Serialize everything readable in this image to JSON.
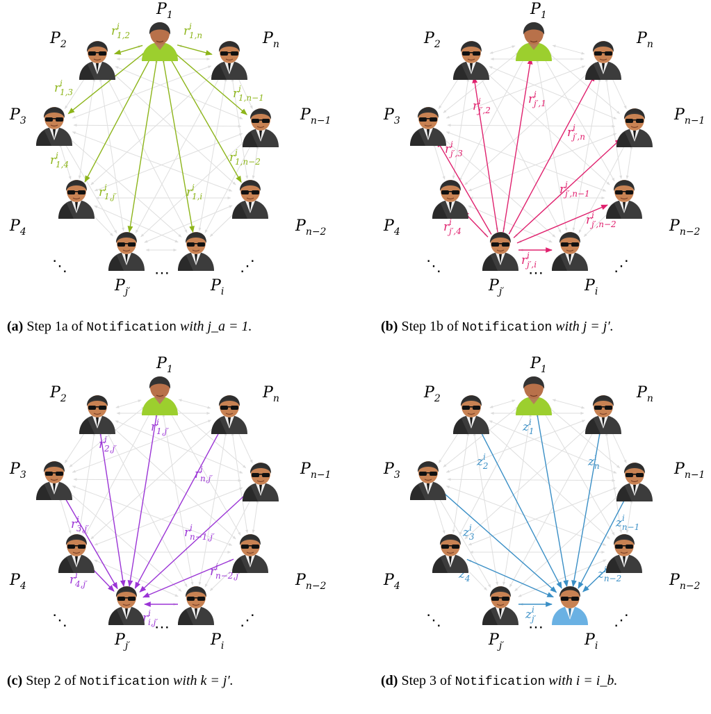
{
  "colors": {
    "bg_edges": "#dedede",
    "panel_a": "#8db51a",
    "panel_b": "#e0216e",
    "panel_c": "#9b34d6",
    "panel_d": "#3a8fc6",
    "agent_suit": "#3a3a3a",
    "agent_skin": "#c47a52",
    "highlight_green": "#9ccf2e",
    "highlight_blue": "#6ab1e3"
  },
  "node_labels": {
    "p1": "P",
    "p1_sub": "1",
    "p2": "P",
    "p2_sub": "2",
    "p3": "P",
    "p3_sub": "3",
    "p4": "P",
    "p4_sub": "4",
    "pn": "P",
    "pn_sub": "n",
    "pn1": "P",
    "pn1_sub": "n−1",
    "pn2": "P",
    "pn2_sub": "n−2",
    "pj": "P",
    "pj_sub": "j′",
    "pi": "P",
    "pi_sub": "i",
    "dots_h": "⋯",
    "dots_l": "⋱",
    "dots_r": "⋰"
  },
  "panels": [
    {
      "id": "a",
      "caption_prefix": "(a)",
      "caption_text": "Step 1a of",
      "caption_mono": "Notification",
      "caption_suffix": "with j_a = 1.",
      "arrow_labels": [
        {
          "base": "r",
          "sup": "i",
          "sub": "1,2"
        },
        {
          "base": "r",
          "sup": "i",
          "sub": "1,n"
        },
        {
          "base": "r",
          "sup": "i",
          "sub": "1,3"
        },
        {
          "base": "r",
          "sup": "i",
          "sub": "1,n−1"
        },
        {
          "base": "r",
          "sup": "i",
          "sub": "1,4"
        },
        {
          "base": "r",
          "sup": "i",
          "sub": "1,n−2"
        },
        {
          "base": "r",
          "sup": "i",
          "sub": "1,j′"
        },
        {
          "base": "r",
          "sup": "i",
          "sub": "1,i"
        }
      ]
    },
    {
      "id": "b",
      "caption_prefix": "(b)",
      "caption_text": "Step 1b of",
      "caption_mono": "Notification",
      "caption_suffix": "with j = j′.",
      "arrow_labels": [
        {
          "base": "r",
          "sup": "i",
          "sub": "j′,1"
        },
        {
          "base": "r",
          "sup": "i",
          "sub": "j′,2"
        },
        {
          "base": "r",
          "sup": "i",
          "sub": "j′,n"
        },
        {
          "base": "r",
          "sup": "i",
          "sub": "j′,3"
        },
        {
          "base": "r",
          "sup": "i",
          "sub": "j′,n−1"
        },
        {
          "base": "r",
          "sup": "i",
          "sub": "j′,4"
        },
        {
          "base": "r",
          "sup": "i",
          "sub": "j′,n−2"
        },
        {
          "base": "r",
          "sup": "i",
          "sub": "j′,i"
        }
      ]
    },
    {
      "id": "c",
      "caption_prefix": "(c)",
      "caption_text": "Step 2 of",
      "caption_mono": "Notification",
      "caption_suffix": "with k = j′.",
      "arrow_labels": [
        {
          "base": "r",
          "sup": "i",
          "sub": "1,j′"
        },
        {
          "base": "r",
          "sup": "i",
          "sub": "2,j′"
        },
        {
          "base": "r",
          "sup": "i",
          "sub": "n,j′"
        },
        {
          "base": "r",
          "sup": "i",
          "sub": "3,j′"
        },
        {
          "base": "r",
          "sup": "i",
          "sub": "n−1,j′"
        },
        {
          "base": "r",
          "sup": "i",
          "sub": "4,j′"
        },
        {
          "base": "r",
          "sup": "i",
          "sub": "n−2,j′"
        },
        {
          "base": "r",
          "sup": "i",
          "sub": "i,j′"
        }
      ]
    },
    {
      "id": "d",
      "caption_prefix": "(d)",
      "caption_text": "Step 3 of",
      "caption_mono": "Notification",
      "caption_suffix": "with i = i_b.",
      "arrow_labels": [
        {
          "base": "z",
          "sup": "i",
          "sub": "1"
        },
        {
          "base": "z",
          "sup": "i",
          "sub": "2"
        },
        {
          "base": "z",
          "sup": "i",
          "sub": "n"
        },
        {
          "base": "z",
          "sup": "i",
          "sub": "3"
        },
        {
          "base": "z",
          "sup": "i",
          "sub": "n−1"
        },
        {
          "base": "z",
          "sup": "i",
          "sub": "4"
        },
        {
          "base": "z",
          "sup": "i",
          "sub": "n−2"
        },
        {
          "base": "z",
          "sup": "i",
          "sub": "j′"
        }
      ]
    }
  ]
}
